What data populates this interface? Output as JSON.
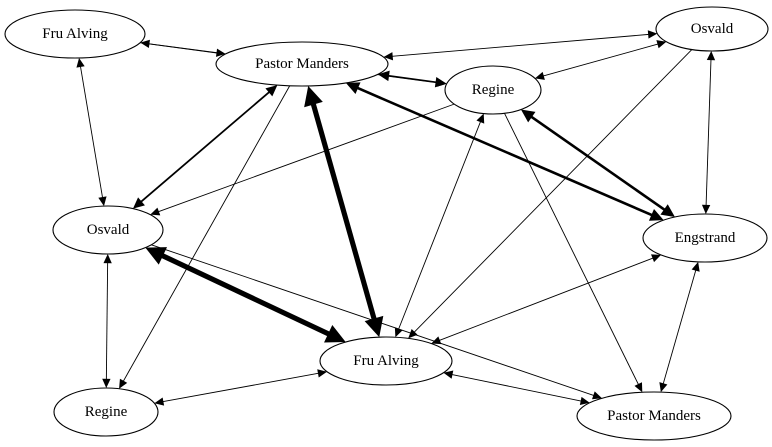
{
  "diagram": {
    "type": "directed-graph",
    "nodes": [
      {
        "id": "fru_alving_tl",
        "label": "Fru Alving"
      },
      {
        "id": "pastor_manders_top",
        "label": "Pastor Manders"
      },
      {
        "id": "osvald_tr",
        "label": "Osvald"
      },
      {
        "id": "regine_top",
        "label": "Regine"
      },
      {
        "id": "osvald_left",
        "label": "Osvald"
      },
      {
        "id": "engstrand",
        "label": "Engstrand"
      },
      {
        "id": "fru_alving_center",
        "label": "Fru Alving"
      },
      {
        "id": "regine_bl",
        "label": "Regine"
      },
      {
        "id": "pastor_manders_br",
        "label": "Pastor Manders"
      }
    ],
    "edges": [
      {
        "from": "fru_alving_tl",
        "to": "pastor_manders_top",
        "direction": "both",
        "weight": 1
      },
      {
        "from": "fru_alving_tl",
        "to": "regine_top",
        "direction": "forward",
        "weight": 1
      },
      {
        "from": "fru_alving_tl",
        "to": "osvald_left",
        "direction": "both",
        "weight": 1
      },
      {
        "from": "pastor_manders_top",
        "to": "osvald_tr",
        "direction": "both",
        "weight": 1
      },
      {
        "from": "pastor_manders_top",
        "to": "regine_top",
        "direction": "both",
        "weight": 2
      },
      {
        "from": "pastor_manders_top",
        "to": "osvald_left",
        "direction": "both",
        "weight": 2
      },
      {
        "from": "pastor_manders_top",
        "to": "engstrand",
        "direction": "both",
        "weight": 3
      },
      {
        "from": "pastor_manders_top",
        "to": "fru_alving_center",
        "direction": "both",
        "weight": 6
      },
      {
        "from": "pastor_manders_top",
        "to": "regine_bl",
        "direction": "forward",
        "weight": 1
      },
      {
        "from": "osvald_tr",
        "to": "regine_top",
        "direction": "both",
        "weight": 1
      },
      {
        "from": "osvald_tr",
        "to": "engstrand",
        "direction": "both",
        "weight": 1
      },
      {
        "from": "osvald_tr",
        "to": "fru_alving_center",
        "direction": "forward",
        "weight": 1
      },
      {
        "from": "regine_top",
        "to": "osvald_left",
        "direction": "forward",
        "weight": 1
      },
      {
        "from": "regine_top",
        "to": "engstrand",
        "direction": "both",
        "weight": 3
      },
      {
        "from": "regine_top",
        "to": "fru_alving_center",
        "direction": "both",
        "weight": 1
      },
      {
        "from": "regine_top",
        "to": "pastor_manders_br",
        "direction": "forward",
        "weight": 1
      },
      {
        "from": "osvald_left",
        "to": "fru_alving_center",
        "direction": "both",
        "weight": 6
      },
      {
        "from": "osvald_left",
        "to": "regine_bl",
        "direction": "both",
        "weight": 1
      },
      {
        "from": "osvald_left",
        "to": "pastor_manders_br",
        "direction": "forward",
        "weight": 1
      },
      {
        "from": "engstrand",
        "to": "fru_alving_center",
        "direction": "both",
        "weight": 1
      },
      {
        "from": "engstrand",
        "to": "pastor_manders_br",
        "direction": "both",
        "weight": 1
      },
      {
        "from": "fru_alving_center",
        "to": "regine_bl",
        "direction": "both",
        "weight": 1
      },
      {
        "from": "fru_alving_center",
        "to": "pastor_manders_br",
        "direction": "both",
        "weight": 1
      }
    ]
  }
}
